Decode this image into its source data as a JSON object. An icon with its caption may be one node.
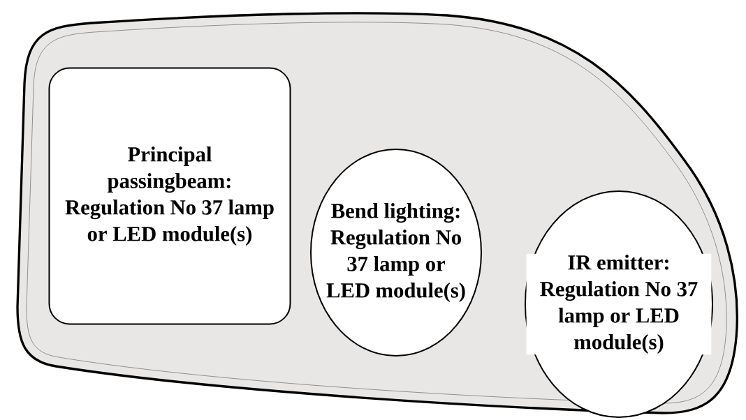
{
  "diagram": {
    "nodes": [
      {
        "text": [
          "Principal passingbeam: Regulation No 37 lamp or LED module(s)"
        ]
      },
      {
        "text": [
          "Bend lighting: Regulation No 37 lamp or LED module(s)"
        ]
      },
      {
        "text": [
          "IR emitter: Regulation No 37 lamp or LED module(s)"
        ]
      }
    ]
  }
}
